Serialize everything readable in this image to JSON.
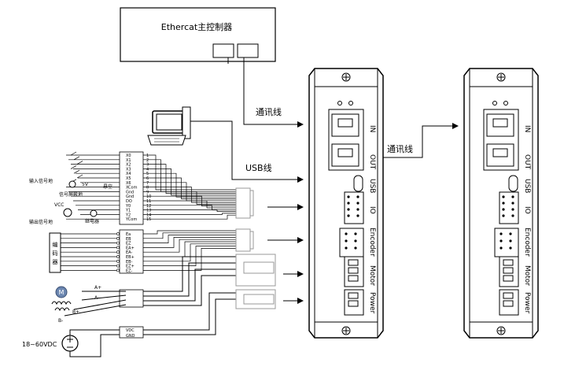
{
  "controller": {
    "label": "Ethercat主控制器"
  },
  "links": {
    "comm_label": "通讯线",
    "usb_label": "USB线"
  },
  "driver_ports": [
    "IN",
    "OUT",
    "USB",
    "IO",
    "Encoder",
    "Motor",
    "Power"
  ],
  "io_wiring": {
    "input_label": "输入信号地",
    "shield_label": "信号屏蔽地",
    "output_label": "输出信号地",
    "vcc_label": "VCC",
    "relay_label": "继电器",
    "hang_label": "悬空",
    "plus5v_label": "5V",
    "pin_names": [
      "X0",
      "X1",
      "X2",
      "X3",
      "X4",
      "X5",
      "X6",
      "XCom",
      "Gnd",
      "Gnd",
      "DO",
      "Y0",
      "Y1",
      "Y2",
      "YCom"
    ],
    "pin_numbers": [
      "1",
      "2",
      "3",
      "4",
      "5",
      "6",
      "7",
      "8",
      "9",
      "10",
      "11",
      "12",
      "13",
      "14",
      "15"
    ]
  },
  "encoder": {
    "label_chars": [
      "编",
      "码",
      "器"
    ],
    "pin_names": [
      "Ea",
      "EB",
      "EZ",
      "EA+",
      "EA-",
      "EB+",
      "EB-",
      "EZ+",
      "EZ-"
    ]
  },
  "motor": {
    "badge": "M",
    "pins": [
      "A+",
      "A-",
      "B+",
      "B-"
    ]
  },
  "power": {
    "label": "18~60VDC",
    "pins": [
      "VDC",
      "GND"
    ]
  }
}
